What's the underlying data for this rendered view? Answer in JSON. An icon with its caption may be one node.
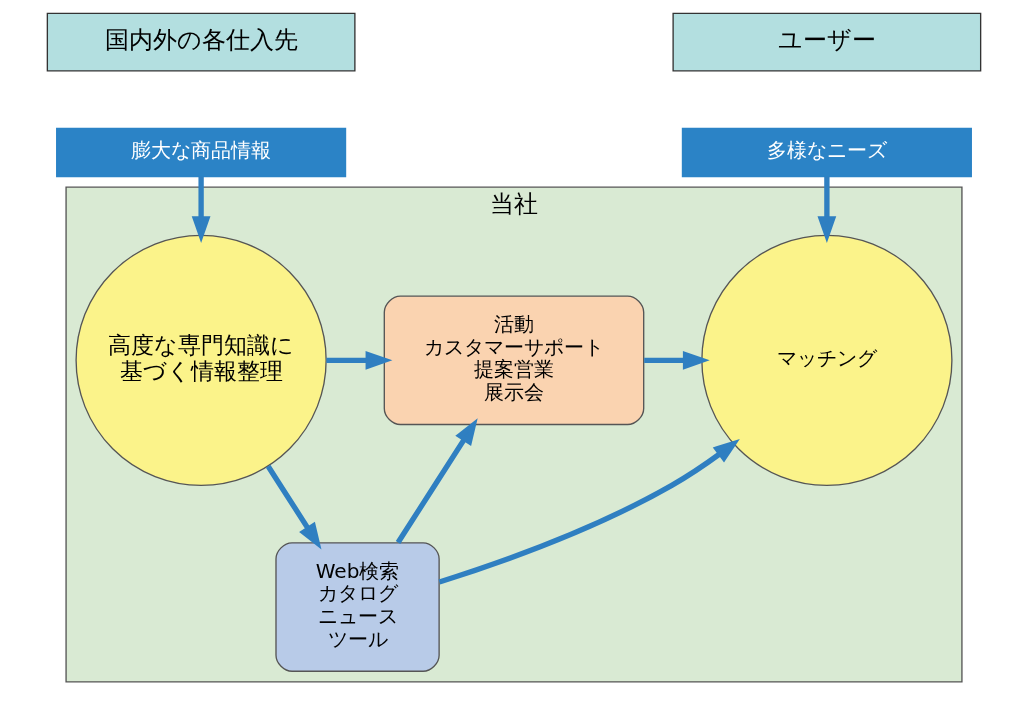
{
  "diagram": {
    "nodes": [
      {
        "text": [
          "国内外の各仕入先"
        ]
      },
      {
        "text": [
          "膨大な商品情報"
        ]
      },
      {
        "text": [
          "ユーザー"
        ]
      },
      {
        "text": [
          "多様なニーズ"
        ]
      },
      {
        "text": [
          "当社"
        ]
      },
      {
        "text": [
          "高度な専門知識に基づく情報整理"
        ],
        "in": 4
      },
      {
        "text": [
          "活動",
          "カスタマーサポート",
          "提案営業",
          "展示会"
        ],
        "in": 4
      },
      {
        "text": [
          "Web検索",
          "カタログ",
          "ニュース",
          "ツール"
        ],
        "in": 4
      },
      {
        "text": [
          "マッチング"
        ],
        "in": 4
      }
    ],
    "edges": [
      {
        "from": 1,
        "to": 5,
        "arrow": "to"
      },
      {
        "from": 3,
        "to": 8,
        "arrow": "to"
      },
      {
        "from": 5,
        "to": 6,
        "arrow": "to"
      },
      {
        "from": 6,
        "to": 8,
        "arrow": "to"
      },
      {
        "from": 5,
        "to": 7,
        "arrow": "to"
      },
      {
        "from": 7,
        "to": 6,
        "arrow": "to"
      },
      {
        "from": 7,
        "to": 8,
        "arrow": "to"
      }
    ]
  }
}
